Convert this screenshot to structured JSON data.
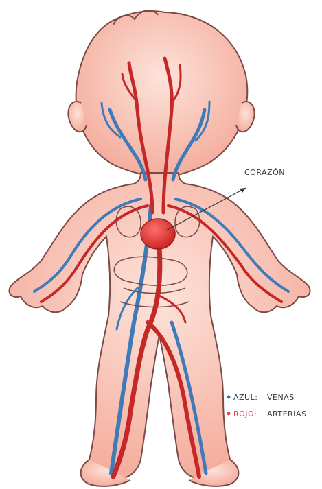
{
  "labels": {
    "heart": "CORAZÓN",
    "legend": [
      {
        "key": "AZUL:",
        "value": "VENAS",
        "key_color": "#3a3a3a",
        "bullet_color": "#2f6fb0"
      },
      {
        "key": "ROJO:",
        "value": "ARTERIAS",
        "key_color": "#e0424f",
        "bullet_color": "#e0424f"
      }
    ]
  },
  "colors": {
    "skin": "#f6b7a8",
    "outline": "#7a4a46",
    "artery": "#c62828",
    "vein": "#3f7bb8",
    "heart": "#e53935",
    "background": "#ffffff"
  }
}
